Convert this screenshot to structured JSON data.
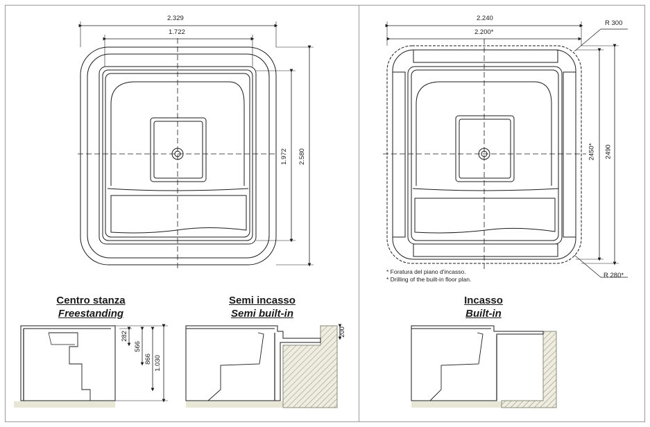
{
  "plans": {
    "freestanding": {
      "width_overall": "2.329",
      "width_inner": "1.722",
      "height_inner": "1.972",
      "height_overall": "2.580"
    },
    "builtin": {
      "width_overall": "2.240",
      "width_cut": "2.200*",
      "radius_top": "R 300",
      "radius_bottom": "R 280*",
      "height_cut": "2450*",
      "height_overall": "2490",
      "note_it": "* Foratura del piano d'incasso.",
      "note_en": "* Drilling of the built-in floor plan."
    }
  },
  "sections": {
    "centro": {
      "title_it": "Centro stanza",
      "title_en": "Freestanding",
      "dims": [
        "282",
        "566",
        "866",
        "1.030"
      ]
    },
    "semi": {
      "title_it": "Semi incasso",
      "title_en": "Semi built-in",
      "dim": "200"
    },
    "incasso": {
      "title_it": "Incasso",
      "title_en": "Built-in"
    }
  },
  "colors": {
    "line": "#1a1a1a",
    "frame": "#9a9a9a",
    "floor": "#e8e6d4",
    "hatch": "#8a8a7a"
  }
}
